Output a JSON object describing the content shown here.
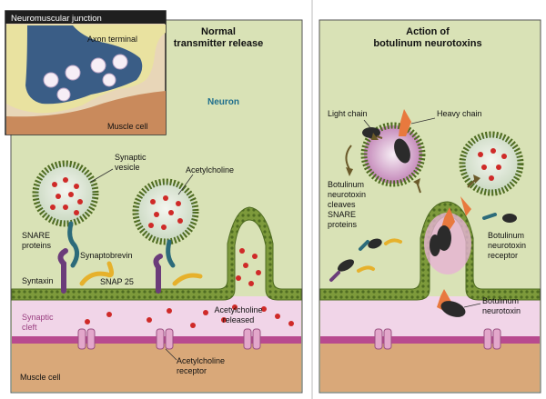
{
  "inset": {
    "title": "Neuromuscular junction",
    "axon_label": "Axon terminal",
    "muscle_label": "Muscle cell"
  },
  "left_panel": {
    "title_line1": "Normal",
    "title_line2": "transmitter release",
    "neuron_label": "Neuron",
    "synaptic_vesicle_line1": "Synaptic",
    "synaptic_vesicle_line2": "vesicle",
    "acetylcholine": "Acetylcholine",
    "snare_line1": "SNARE",
    "snare_line2": "proteins",
    "synaptobrevin": "Synaptobrevin",
    "syntaxin": "Syntaxin",
    "snap25": "SNAP 25",
    "synaptic_cleft_line1": "Synaptic",
    "synaptic_cleft_line2": "cleft",
    "ach_released_line1": "Acetylcholine",
    "ach_released_line2": "released",
    "ach_receptor_line1": "Acetylcholine",
    "ach_receptor_line2": "receptor",
    "muscle_cell": "Muscle cell"
  },
  "right_panel": {
    "title_line1": "Action of",
    "title_line2": "botulinum neurotoxins",
    "light_chain": "Light chain",
    "heavy_chain": "Heavy chain",
    "cleaves_lines": [
      "Botulinum",
      "neurotoxin",
      "cleaves",
      "SNARE",
      "proteins"
    ],
    "receptor_lines": [
      "Botulinum",
      "neurotoxin",
      "receptor"
    ],
    "neurotoxin_lines": [
      "Botulinum",
      "neurotoxin"
    ]
  },
  "colors": {
    "neuron_bg": "#d9e2b6",
    "cleft_bg": "#f1d5e8",
    "muscle_bg": "#d9a879",
    "membrane": "#5d7a2c",
    "vesicle_fill": "#2f6f3f",
    "ach_dot": "#cf2a28",
    "syntaxin": "#6b3c7a",
    "snap25": "#e6b12c",
    "synaptobrevin": "#2c6b7a",
    "receptor": "#e3a7cb",
    "heavy_chain": "#e8793e",
    "light_chain": "#2b2b2b",
    "inset_bg": "#3a5d86",
    "inset_title_bg": "#1f1f1f"
  }
}
